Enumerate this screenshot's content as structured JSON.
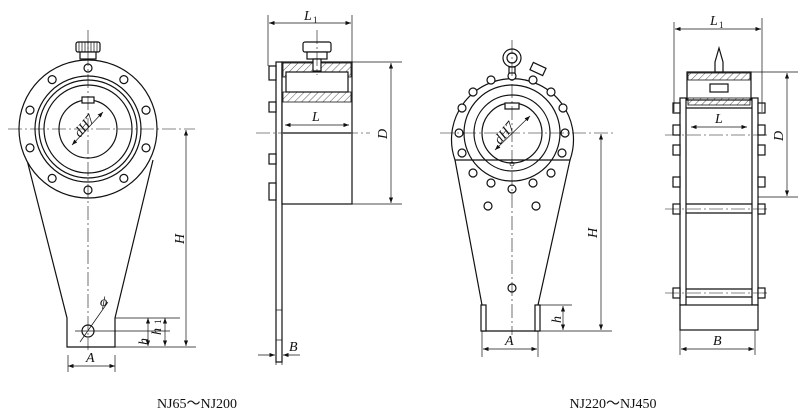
{
  "figures": [
    {
      "caption": "NJ65～NJ200",
      "front_view": {
        "labels": {
          "bore": "dH7",
          "height": "H",
          "hole": "ϕ",
          "h": "h",
          "h1": "h",
          "h1_sub": "1",
          "width": "A"
        }
      },
      "side_view": {
        "labels": {
          "overall_length": "L",
          "overall_length_sub": "1",
          "length": "L",
          "diameter": "D",
          "thickness": "B"
        }
      }
    },
    {
      "caption": "NJ220～NJ450",
      "front_view": {
        "labels": {
          "bore": "dH7",
          "height": "H",
          "h": "h",
          "width": "A"
        }
      },
      "side_view": {
        "labels": {
          "overall_length": "L",
          "overall_length_sub": "1",
          "length": "L",
          "diameter": "D",
          "thickness": "B"
        }
      }
    }
  ]
}
